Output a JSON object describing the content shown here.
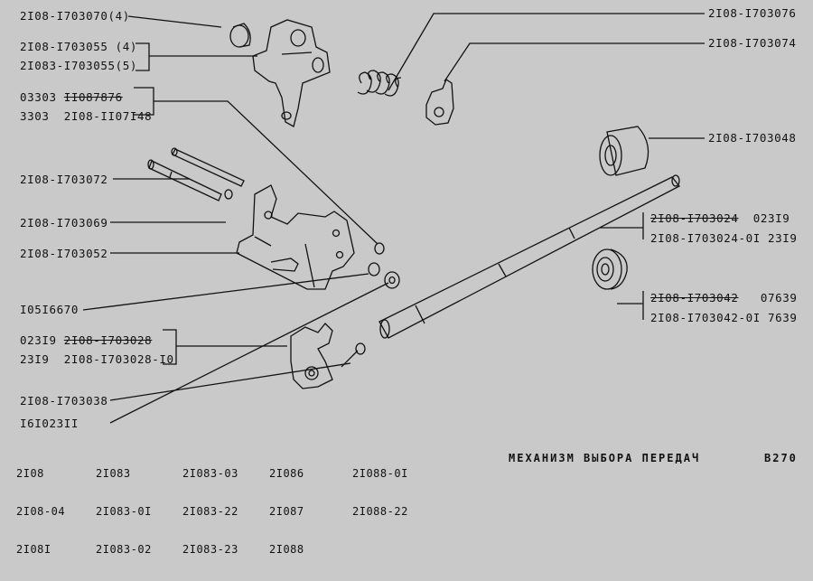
{
  "labels": {
    "l1": "2I08-I703070(4)",
    "l2a": "2I08-I703055 (4)",
    "l2b": "2I083-I703055(5)",
    "l3a_code": "03303 ",
    "l3a_num": "II087876",
    "l3b": "3303  2I08-II07I48",
    "l4": "2I08-I703072",
    "l5": "2I08-I703069",
    "l6": "2I08-I703052",
    "l7": "I05I6670",
    "l8a_code": "023I9 ",
    "l8a_num": "2I08-I703028",
    "l8b": "23I9  2I08-I703028-I0",
    "l9": "2I08-I703038",
    "l10": "I6I023II",
    "r1": "2I08-I703076",
    "r2": "2I08-I703074",
    "r3": "2I08-I703048",
    "r4a_num": "2I08-I703024",
    "r4a_code": "  023I9",
    "r4b": "2I08-I703024-0I 23I9",
    "r5a_num": "2I08-I703042",
    "r5a_code": "   07639",
    "r5b": "2I08-I703042-0I 7639"
  },
  "footer": {
    "c1": [
      "2I08",
      "2I08-04",
      "2I08I"
    ],
    "c2": [
      "2I083",
      "2I083-0I",
      "2I083-02"
    ],
    "c3": [
      "2I083-03",
      "2I083-22",
      "2I083-23"
    ],
    "c4": [
      "2I086",
      "2I087",
      "2I088"
    ],
    "c5": [
      "2I088-0I",
      "2I088-22"
    ]
  },
  "title": "МЕХАНИЗМ ВЫБОРА ПЕРЕДАЧ",
  "page_code": "В270"
}
